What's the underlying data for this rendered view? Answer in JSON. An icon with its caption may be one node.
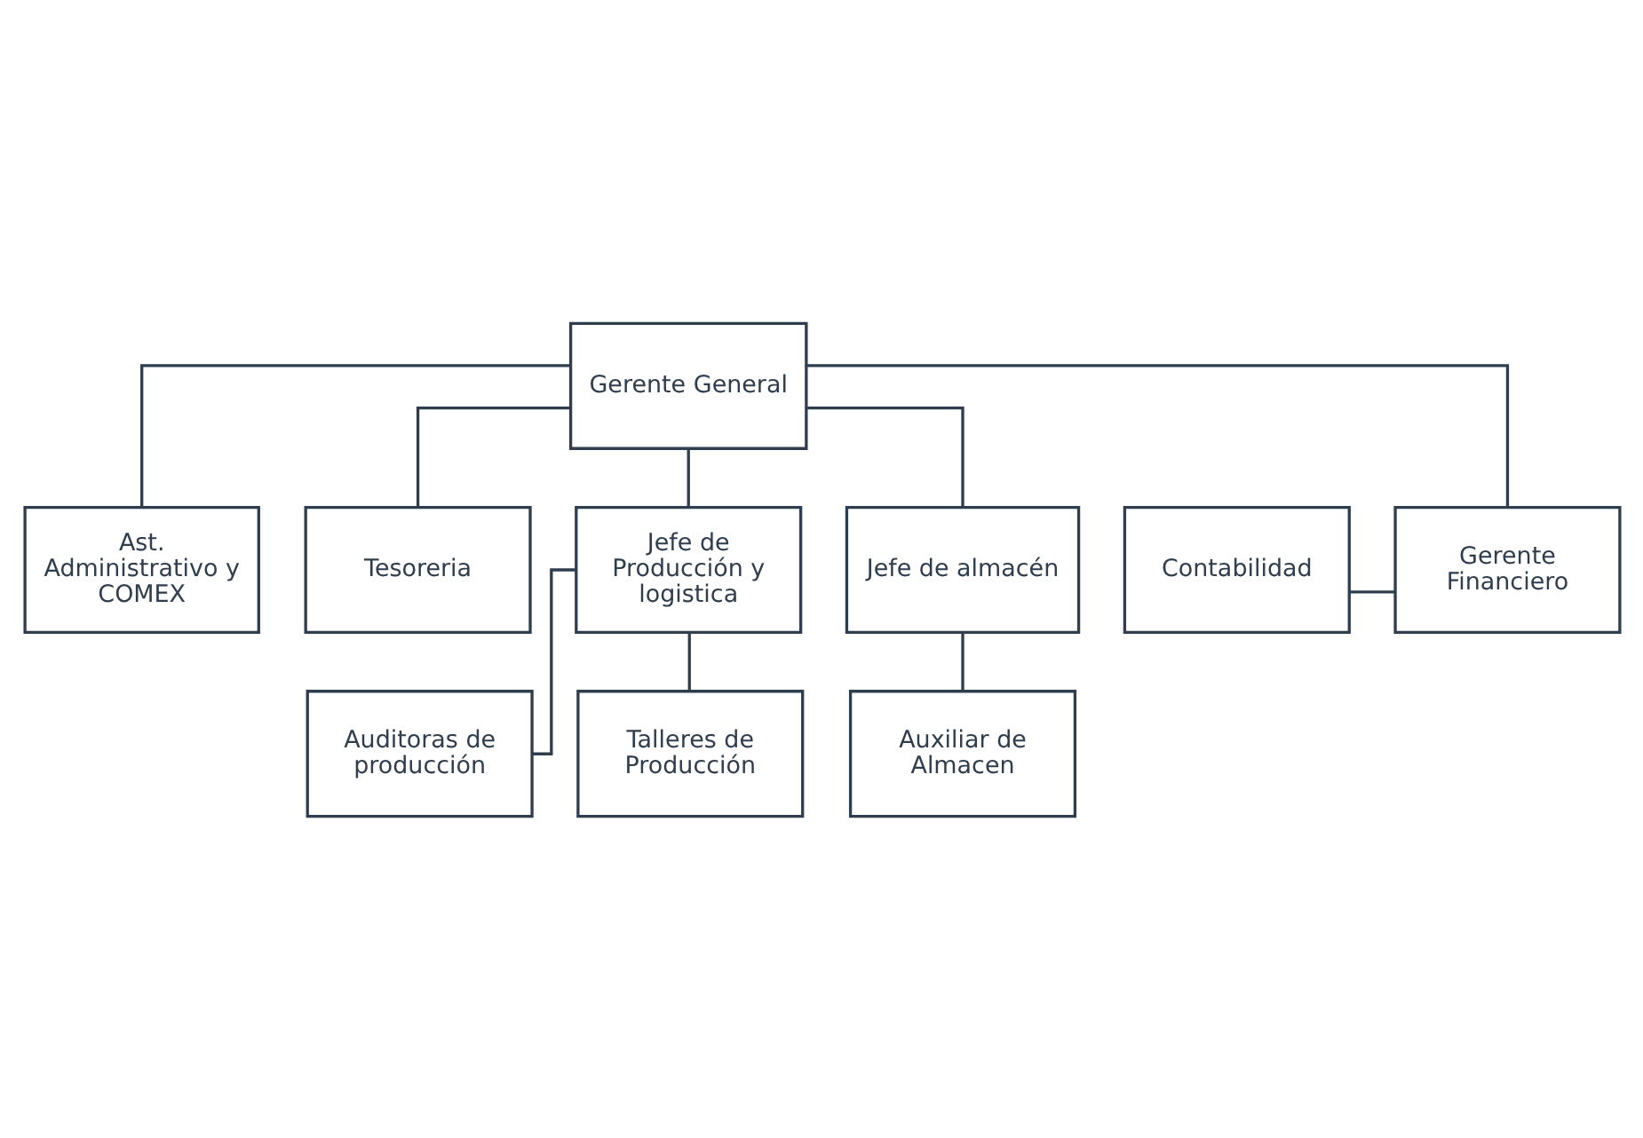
{
  "diagram": {
    "nodes": [
      {
        "text": [
          "Gerente General"
        ]
      },
      {
        "text": [
          "Contabilidad"
        ]
      },
      {
        "text": [
          "Gerente Financiero"
        ]
      },
      {
        "text": [
          "Ast. Administrativo y COMEX"
        ]
      },
      {
        "text": [
          "Tesoreria"
        ]
      },
      {
        "text": [
          "Jefe de Producción y logistica"
        ]
      },
      {
        "text": [
          "Jefe de almacén"
        ]
      },
      {
        "text": [
          "Auditoras de producción"
        ]
      },
      {
        "text": [
          "Talleres de Producción"
        ]
      },
      {
        "text": [
          "Auxiliar de Almacen"
        ]
      }
    ],
    "edges": [
      {
        "from": 0,
        "to": 2,
        "arrow": "none"
      },
      {
        "from": 2,
        "to": 1,
        "arrow": "none"
      },
      {
        "from": 0,
        "to": 3,
        "arrow": "none"
      },
      {
        "from": 0,
        "to": 4,
        "arrow": "none"
      },
      {
        "from": 0,
        "to": 5,
        "arrow": "none"
      },
      {
        "from": 0,
        "to": 6,
        "arrow": "none"
      },
      {
        "from": 5,
        "to": 7,
        "arrow": "none"
      },
      {
        "from": 5,
        "to": 8,
        "arrow": "none"
      },
      {
        "from": 6,
        "to": 9,
        "arrow": "none"
      }
    ]
  }
}
